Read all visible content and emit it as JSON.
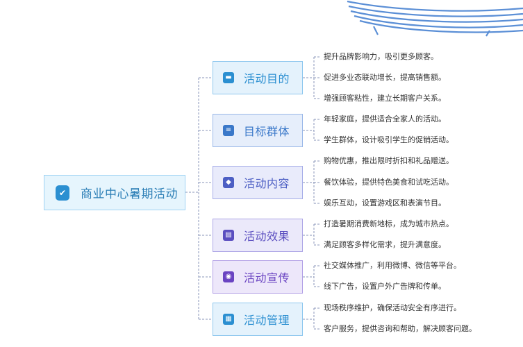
{
  "root": {
    "label": "商业中心暑期活动",
    "icon": "shield-icon",
    "color": "#2b8fd1"
  },
  "branches": [
    {
      "label": "活动目的",
      "icon": "card-icon",
      "accent": "#2b8fd1",
      "fill": "#e4f2fc",
      "border": "#8ec7ee",
      "items": [
        "提升品牌影响力，吸引更多顾客。",
        "促进多业态联动增长，提高销售额。",
        "增强顾客粘性，建立长期客户关系。"
      ]
    },
    {
      "label": "目标群体",
      "icon": "database-icon",
      "accent": "#3a78c9",
      "fill": "#e6eefb",
      "border": "#9ab8e8",
      "items": [
        "年轻家庭，提供适合全家人的活动。",
        "学生群体，设计吸引学生的促销活动。"
      ]
    },
    {
      "label": "活动内容",
      "icon": "car-icon",
      "accent": "#4d5fc4",
      "fill": "#e9ebfb",
      "border": "#a6aee8",
      "items": [
        "购物优惠，推出限时折扣和礼品赠送。",
        "餐饮体验，提供特色美食和试吃活动。",
        "娱乐互动，设置游戏区和表演节目。"
      ]
    },
    {
      "label": "活动效果",
      "icon": "chart-icon",
      "accent": "#5b4fc0",
      "fill": "#ebe9fa",
      "border": "#ada6e6",
      "items": [
        "打造暑期消费新地标，成为城市热点。",
        "满足顾客多样化需求，提升满意度。"
      ]
    },
    {
      "label": "活动宣传",
      "icon": "megaphone-icon",
      "accent": "#6a44c2",
      "fill": "#ede7fa",
      "border": "#b2a0e6",
      "items": [
        "社交媒体推广，利用微博、微信等平台。",
        "线下广告，设置户外广告牌和传单。"
      ]
    },
    {
      "label": "活动管理",
      "icon": "document-icon",
      "accent": "#2b8fd1",
      "fill": "#e4f2fc",
      "border": "#8ec7ee",
      "items": [
        "现场秩序维护，确保活动安全有序进行。",
        "客户服务，提供咨询和帮助，解决顾客问题。"
      ]
    }
  ]
}
